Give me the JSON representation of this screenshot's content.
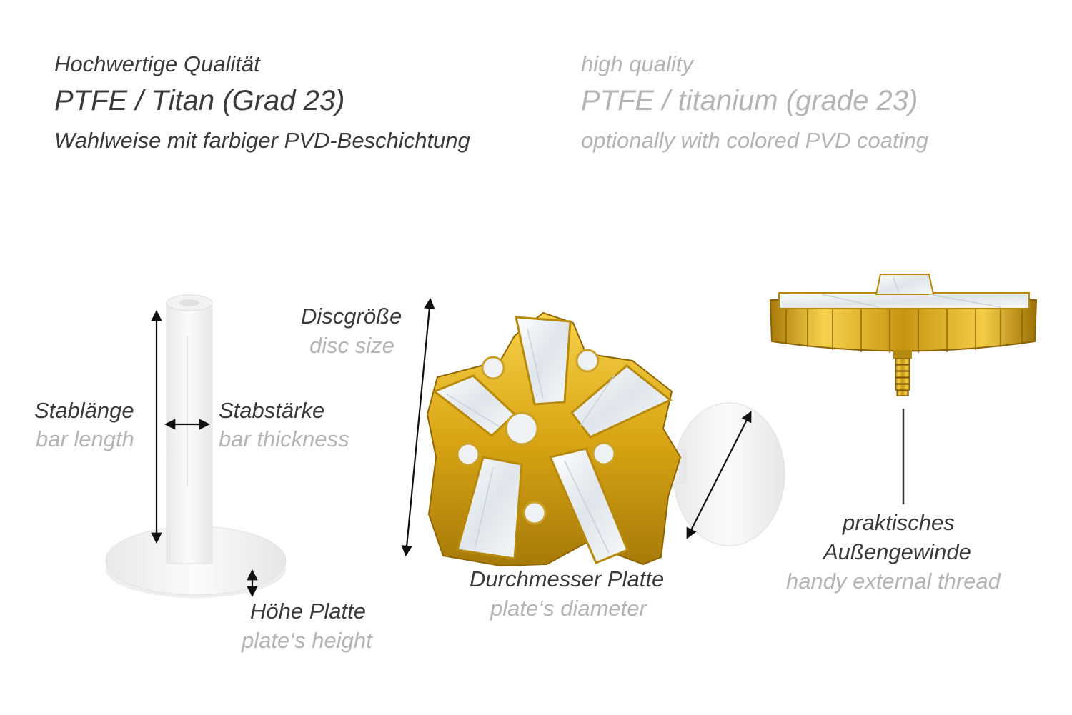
{
  "header": {
    "de": {
      "line1": "Hochwertige Qualität",
      "line2": "PTFE / Titan (Grad 23)",
      "line3": "Wahlweise mit farbiger PVD-Beschichtung"
    },
    "en": {
      "line1": "high quality",
      "line2": "PTFE / titanium (grade 23)",
      "line3": "optionally with colored PVD coating"
    }
  },
  "labels": {
    "bar_length": {
      "de": "Stablänge",
      "en": "bar length"
    },
    "bar_thickness": {
      "de": "Stabstärke",
      "en": "bar thickness"
    },
    "plate_height": {
      "de": "Höhe Platte",
      "en": "plate‘s height"
    },
    "disc_size": {
      "de": "Discgröße",
      "en": "disc size"
    },
    "plate_diameter": {
      "de": "Durchmesser Platte",
      "en": "plate‘s diameter"
    },
    "external_thread": {
      "de_line1": "praktisches",
      "de_line2": "Außengewinde",
      "en": "handy external thread"
    }
  },
  "colors": {
    "gold": "#e0b21c",
    "gold_dark": "#9a7208",
    "ptfe": "#f4f4f4",
    "crystal": "#e9eef2",
    "text_de": "#3a3a3a",
    "text_en": "#b4b4b4"
  }
}
